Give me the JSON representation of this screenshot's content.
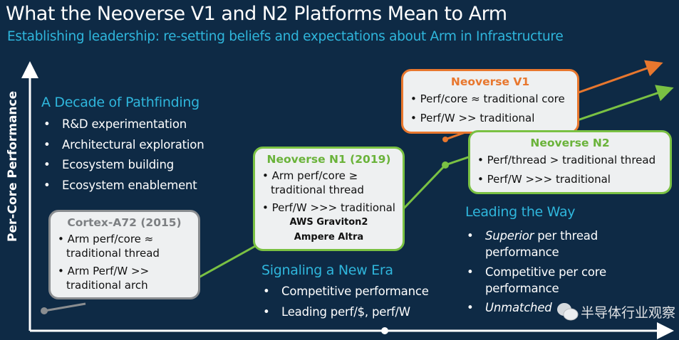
{
  "title": "What the Neoverse V1 and N2 Platforms Mean to Arm",
  "subtitle": "Establishing leadership: re-setting beliefs and expectations about Arm in Infrastructure",
  "y_axis_label": "Per-Core Performance",
  "colors": {
    "background": "#0e2a45",
    "accent": "#2fb6dc",
    "green": "#7ac143",
    "orange": "#e8772e",
    "gray": "#8a8d90"
  },
  "pathfinding": {
    "heading": "A Decade of Pathfinding",
    "bullets": [
      "R&D experimentation",
      "Architectural exploration",
      "Ecosystem building",
      "Ecosystem enablement"
    ]
  },
  "cortex": {
    "title": "Cortex-A72 (2015)",
    "bullets": [
      "Arm perf/core ≈ traditional thread",
      "Arm Perf/W >> traditional arch"
    ]
  },
  "n1": {
    "title": "Neoverse N1 (2019)",
    "bullets": [
      "Arm perf/core ≥ traditional thread",
      "Perf/W >>> traditional"
    ],
    "products": [
      "AWS Graviton2",
      "Ampere Altra"
    ]
  },
  "v1": {
    "title": "Neoverse V1",
    "bullets": [
      "Perf/core ≈ traditional core",
      "Perf/W >> traditional"
    ]
  },
  "n2": {
    "title": "Neoverse N2",
    "bullets": [
      "Perf/thread > traditional thread",
      "Perf/W >>> traditional"
    ]
  },
  "new_era": {
    "heading": "Signaling a New Era",
    "bullets": [
      "Competitive performance",
      "Leading perf/$, perf/W"
    ]
  },
  "leading": {
    "heading": "Leading the Way",
    "b1_em": "Superior",
    "b1_rest": " per thread",
    "b1_line2": "performance",
    "b2_line1": "Competitive per core",
    "b2_line2": "performance",
    "b3": "Unmatched"
  },
  "watermark": "半导体行业观察"
}
